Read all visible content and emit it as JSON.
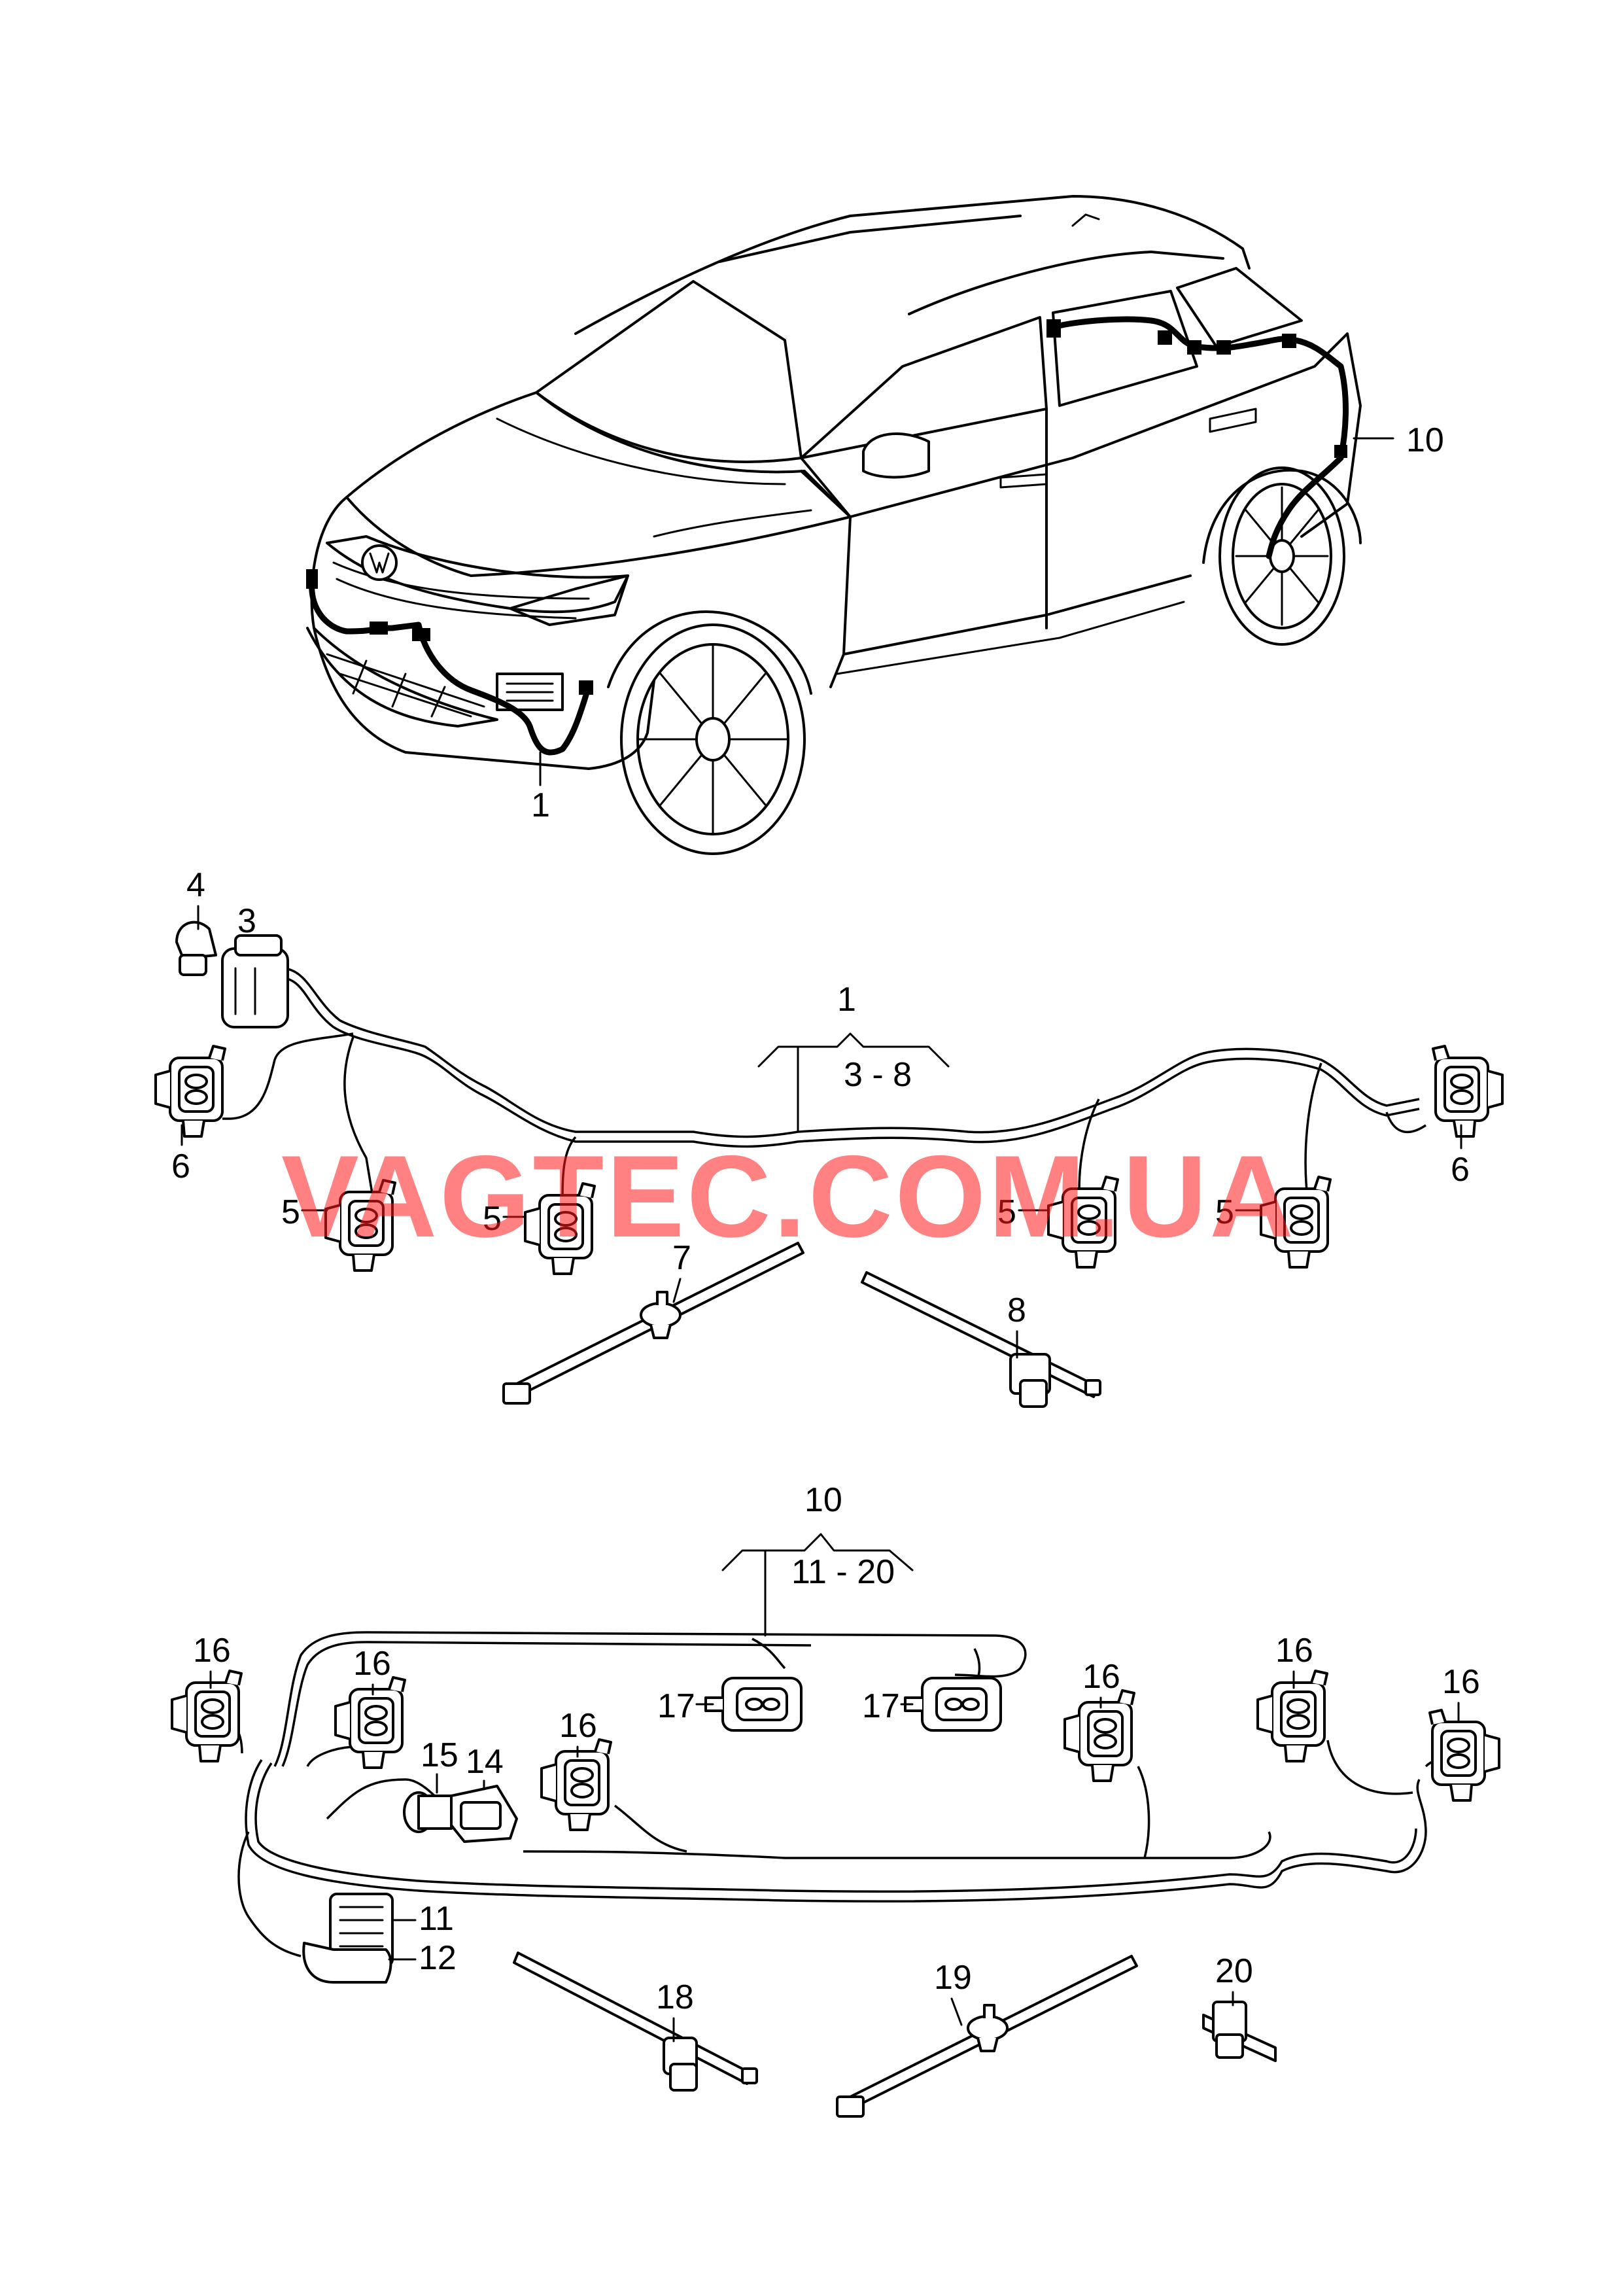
{
  "watermark": "VAGTEC.COM.UA",
  "car": {
    "callouts": [
      "1",
      "10"
    ]
  },
  "group_front": {
    "title": "1",
    "range": "3 - 8",
    "callouts": {
      "c4": "4",
      "c3": "3",
      "c6l": "6",
      "c6r": "6",
      "c5a": "5",
      "c5b": "5",
      "c5c": "5",
      "c5d": "5",
      "c7": "7",
      "c8": "8"
    }
  },
  "group_rear": {
    "title": "10",
    "range": "11 - 20",
    "callouts": {
      "c16a": "16",
      "c16b": "16",
      "c16c": "16",
      "c16d": "16",
      "c16e": "16",
      "c16f": "16",
      "c17a": "17",
      "c17b": "17",
      "c15": "15",
      "c14": "14",
      "c11": "11",
      "c12": "12",
      "c18": "18",
      "c19": "19",
      "c20": "20"
    }
  }
}
